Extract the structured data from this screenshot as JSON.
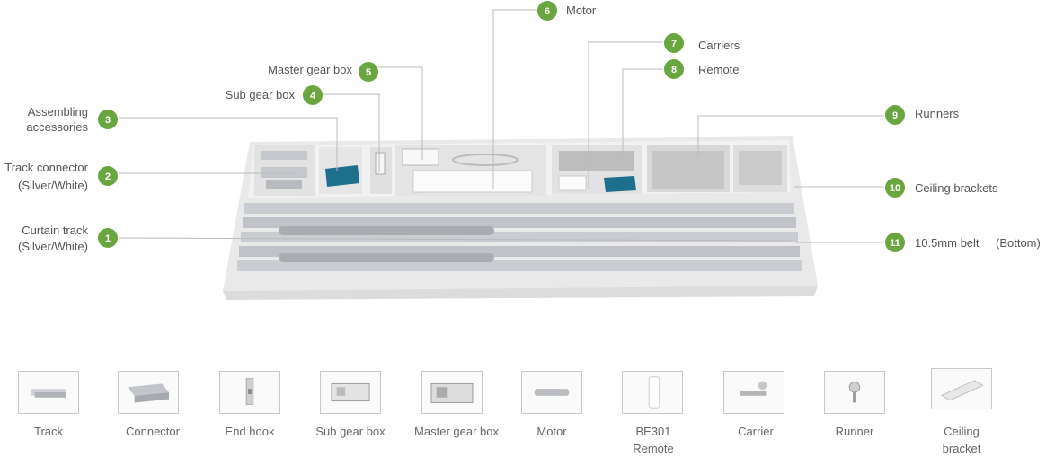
{
  "colors": {
    "badge": "#6aa640",
    "text": "#555555",
    "leader": "#bbbbbb",
    "box": "#f4f4f4",
    "track": "#c5c9cd"
  },
  "callouts": [
    {
      "num": "1",
      "lines": [
        "Curtain track",
        "(Silver/White)"
      ]
    },
    {
      "num": "2",
      "lines": [
        "Track connector",
        "(Silver/White)"
      ]
    },
    {
      "num": "3",
      "lines": [
        "Assembling",
        "accessories"
      ]
    },
    {
      "num": "4",
      "lines": [
        "Sub gear box"
      ]
    },
    {
      "num": "5",
      "lines": [
        "Master gear box"
      ]
    },
    {
      "num": "6",
      "lines": [
        "Motor"
      ]
    },
    {
      "num": "7",
      "lines": [
        "Carriers"
      ]
    },
    {
      "num": "8",
      "lines": [
        "Remote"
      ]
    },
    {
      "num": "9",
      "lines": [
        "Runners"
      ]
    },
    {
      "num": "10",
      "lines": [
        "Ceiling brackets"
      ]
    },
    {
      "num": "11",
      "lines": [
        "10.5mm belt",
        "(Bottom)"
      ]
    }
  ],
  "parts": [
    {
      "label": "Track",
      "icon": "track-icon"
    },
    {
      "label": "Connector",
      "icon": "connector-icon"
    },
    {
      "label": "End hook",
      "icon": "end-hook-icon"
    },
    {
      "label": "Sub gear box",
      "icon": "sub-gear-box-icon"
    },
    {
      "label": "Master gear box",
      "icon": "master-gear-box-icon"
    },
    {
      "label": "Motor",
      "icon": "motor-icon"
    },
    {
      "label": "BE301\nRemote",
      "icon": "remote-icon"
    },
    {
      "label": "Carrier",
      "icon": "carrier-icon"
    },
    {
      "label": "Runner",
      "icon": "runner-icon"
    },
    {
      "label": "Ceiling\nbracket",
      "icon": "ceiling-bracket-icon"
    }
  ]
}
